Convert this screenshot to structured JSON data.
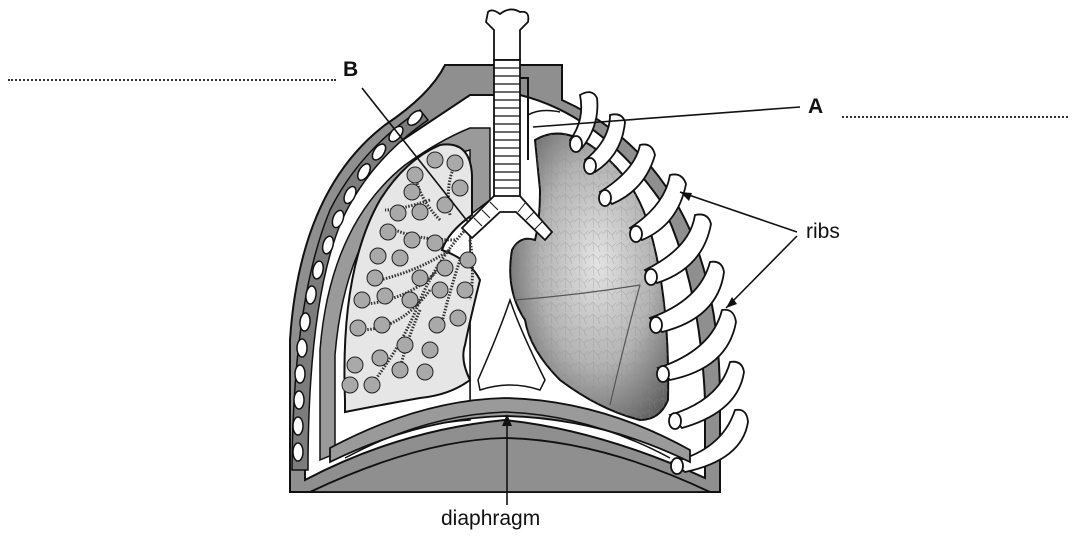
{
  "labels": {
    "a": "A",
    "b": "B",
    "ribs": "ribs",
    "diaphragm": "diaphragm"
  },
  "colors": {
    "body_wall": "#8f8f8f",
    "pleura_white": "#ffffff",
    "lung_light": "#d7d7d7",
    "lung_dark": "#6e6e6e",
    "outline": "#111111"
  },
  "icons": [
    "trachea",
    "bronchi",
    "alveoli-clusters",
    "ribs",
    "lung",
    "diaphragm"
  ]
}
